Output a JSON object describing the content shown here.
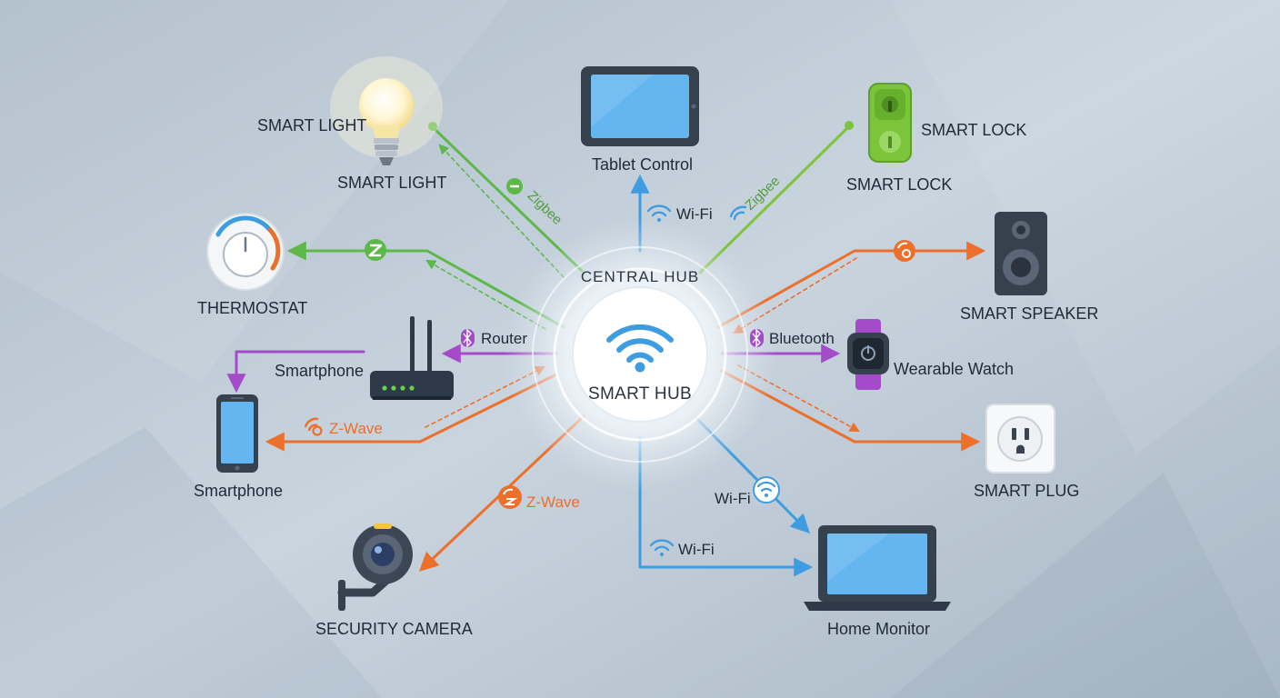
{
  "hub": {
    "ring_label": "CENTRAL HUB",
    "label": "SMART HUB"
  },
  "devices": {
    "smart_light_top": "SMART LIGHT",
    "smart_light": "SMART LIGHT",
    "thermostat": "THERMOSTAT",
    "smartphone_top": "Smartphone",
    "smartphone": "Smartphone",
    "security_camera": "SECURITY CAMERA",
    "tablet": "Tablet Control",
    "smart_lock_top": "SMART LOCK",
    "smart_lock": "SMART LOCK",
    "smart_speaker": "SMART SPEAKER",
    "wearable": "Wearable Watch",
    "smart_plug": "SMART PLUG",
    "home_monitor": "Home Monitor"
  },
  "protocols": {
    "zigbee_left": "Zigbee",
    "zigbee_right": "Zigbee",
    "wifi_tablet": "Wi-Fi",
    "router": "Router",
    "zwave_left": "Z-Wave",
    "zwave_camera": "Z-Wave",
    "bluetooth": "Bluetooth",
    "wifi_diag": "Wi-Fi",
    "wifi_bottom": "Wi-Fi"
  },
  "colors": {
    "zigbee": "#5cb847",
    "wifi": "#3d9de0",
    "zwave": "#ec6f2c",
    "bluetooth": "#a44bc9",
    "lock": "#7cc43a",
    "text": "#1f2a36"
  },
  "icons": [
    "lightbulb-icon",
    "thermostat-icon",
    "router-icon",
    "smartphone-icon",
    "security-camera-icon",
    "tablet-icon",
    "smart-lock-icon",
    "speaker-icon",
    "smartwatch-icon",
    "power-outlet-icon",
    "laptop-icon",
    "wifi-icon",
    "zigbee-icon",
    "zwave-icon",
    "bluetooth-icon"
  ]
}
